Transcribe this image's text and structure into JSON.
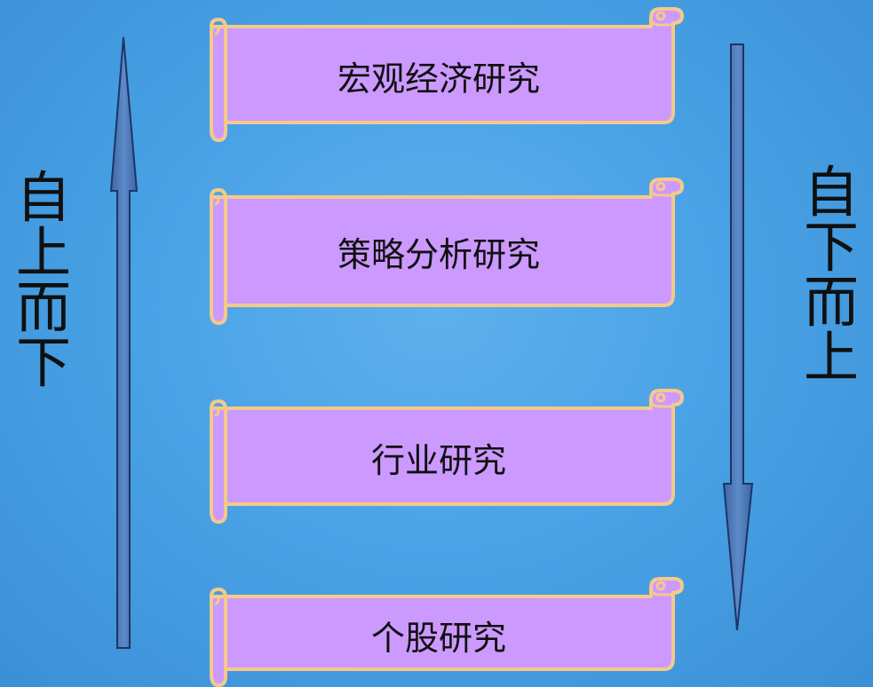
{
  "left_label": [
    "自",
    "上",
    "而",
    "下"
  ],
  "right_label": [
    "自",
    "下",
    "而",
    "上"
  ],
  "scrolls": [
    {
      "label": "宏观经济研究"
    },
    {
      "label": "策略分析研究"
    },
    {
      "label": "行业研究"
    },
    {
      "label": "个股研究"
    }
  ],
  "colors": {
    "scroll_fill": "#cc99ff",
    "scroll_outline": "#f5c98a",
    "arrow_fill": "#4d78b8",
    "arrow_stroke": "#1c3566"
  }
}
